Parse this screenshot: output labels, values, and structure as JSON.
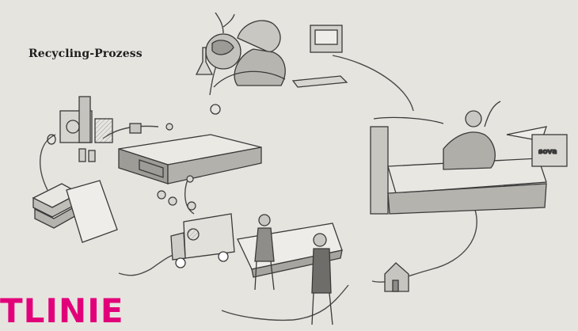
{
  "diagram": {
    "title": "Recycling-Prozess",
    "brand_text": "TLINIE",
    "bag_logo": "sova",
    "colors": {
      "background": "#e6e4df",
      "ink": "#3a3a3a",
      "brand": "#e2007a"
    },
    "scenes": [
      {
        "id": "customer-order",
        "label": ""
      },
      {
        "id": "delivery-bed",
        "label": ""
      },
      {
        "id": "house",
        "label": ""
      },
      {
        "id": "mattress-carry",
        "label": ""
      },
      {
        "id": "delivery-truck",
        "label": ""
      },
      {
        "id": "old-mattress-stack",
        "label": ""
      },
      {
        "id": "recycling-plant",
        "label": ""
      },
      {
        "id": "new-mattress",
        "label": ""
      },
      {
        "id": "earth-globe",
        "label": ""
      }
    ]
  }
}
